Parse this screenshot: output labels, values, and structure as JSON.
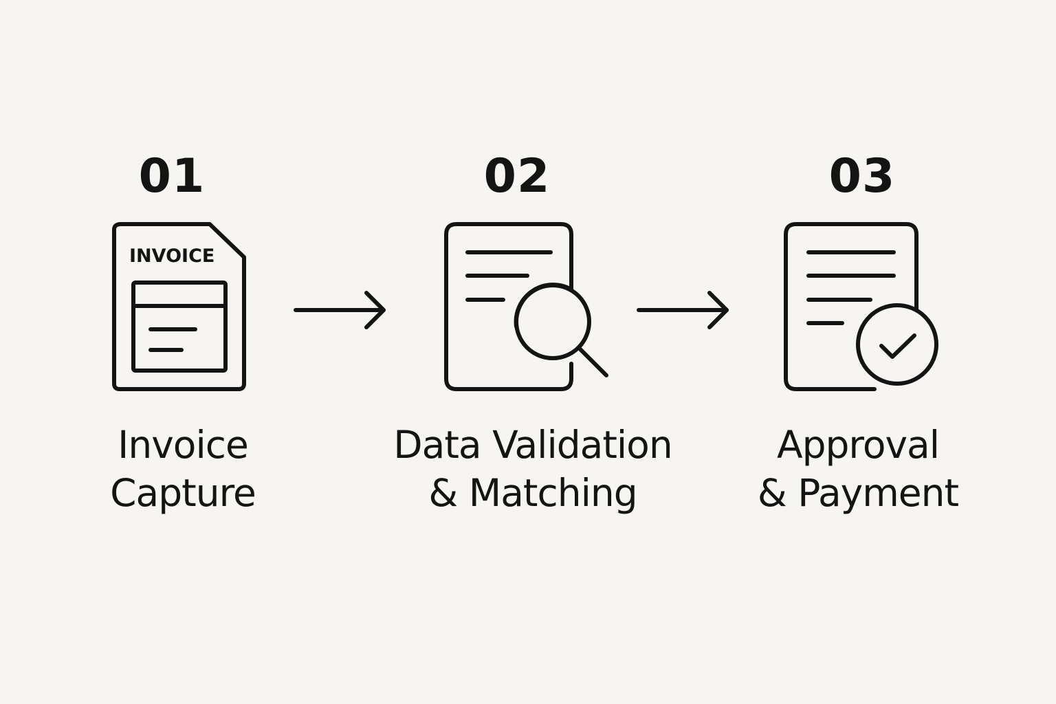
{
  "steps": [
    {
      "number": "01",
      "label_line1": "Invoice",
      "label_line2": "Capture",
      "icon": "invoice-document-icon",
      "icon_text": "INVOICE"
    },
    {
      "number": "02",
      "label_line1": "Data Validation",
      "label_line2": "& Matching",
      "icon": "document-magnifier-icon"
    },
    {
      "number": "03",
      "label_line1": "Approval",
      "label_line2": "& Payment",
      "icon": "document-checkmark-icon"
    }
  ],
  "connectors": [
    "right-arrow-icon",
    "right-arrow-icon"
  ],
  "colors": {
    "background": "#f6f5f1",
    "ink": "#141414"
  }
}
